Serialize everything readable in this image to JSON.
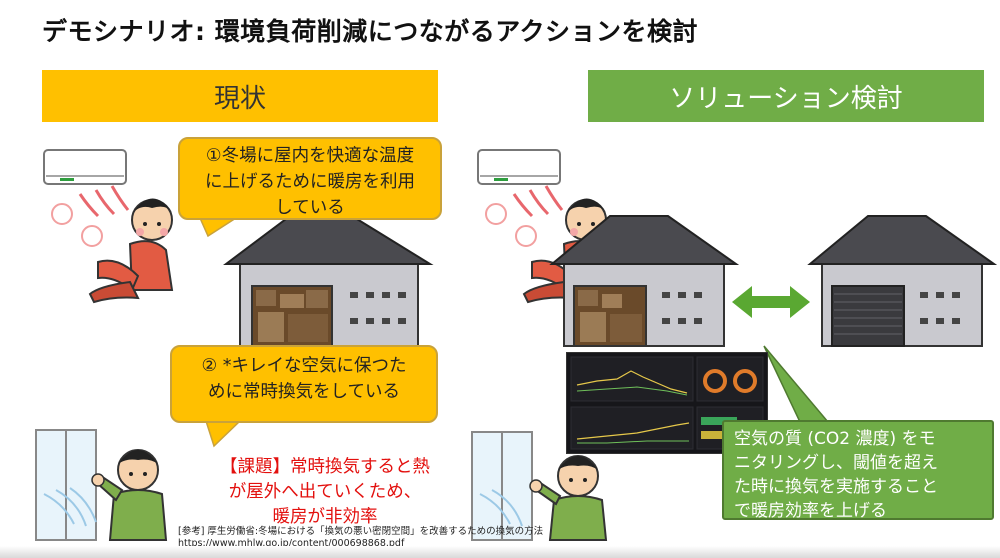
{
  "title": "デモシナリオ: 環境負荷削減につながるアクションを検討",
  "left": {
    "header": "現状",
    "bubble1": [
      "①冬場に屋内を快適な温度",
      "に上げるために暖房を利用",
      "している"
    ],
    "bubble2": [
      "② *キレイな空気に保つた",
      "めに常時換気をしている"
    ],
    "issue": [
      "【課題】常時換気すると熱",
      "が屋外へ出ていくため、",
      "暖房が非効率"
    ],
    "reference": [
      "[参考] 厚生労働省:冬場における「換気の悪い密閉空間」を改善するための換気の方法",
      "https://www.mhlw.go.jp/content/000698868.pdf"
    ]
  },
  "right": {
    "header": "ソリューション検討",
    "solution": [
      "空気の質 (CO2 濃度) をモ",
      "ニタリングし、閾値を超え",
      "た時に換気を実施すること",
      "で暖房効率を上げる"
    ]
  },
  "colors": {
    "yellow": "#ffc000",
    "green": "#70ad47",
    "red": "#e3100e",
    "dark": "#16161a"
  },
  "icons": [
    "air-conditioner-icon",
    "person-relaxing-icon",
    "warehouse-icon",
    "window-icon",
    "person-waving-icon",
    "double-arrow-icon",
    "heat-wave-icon",
    "wind-icon",
    "dashboard-screenshot"
  ]
}
